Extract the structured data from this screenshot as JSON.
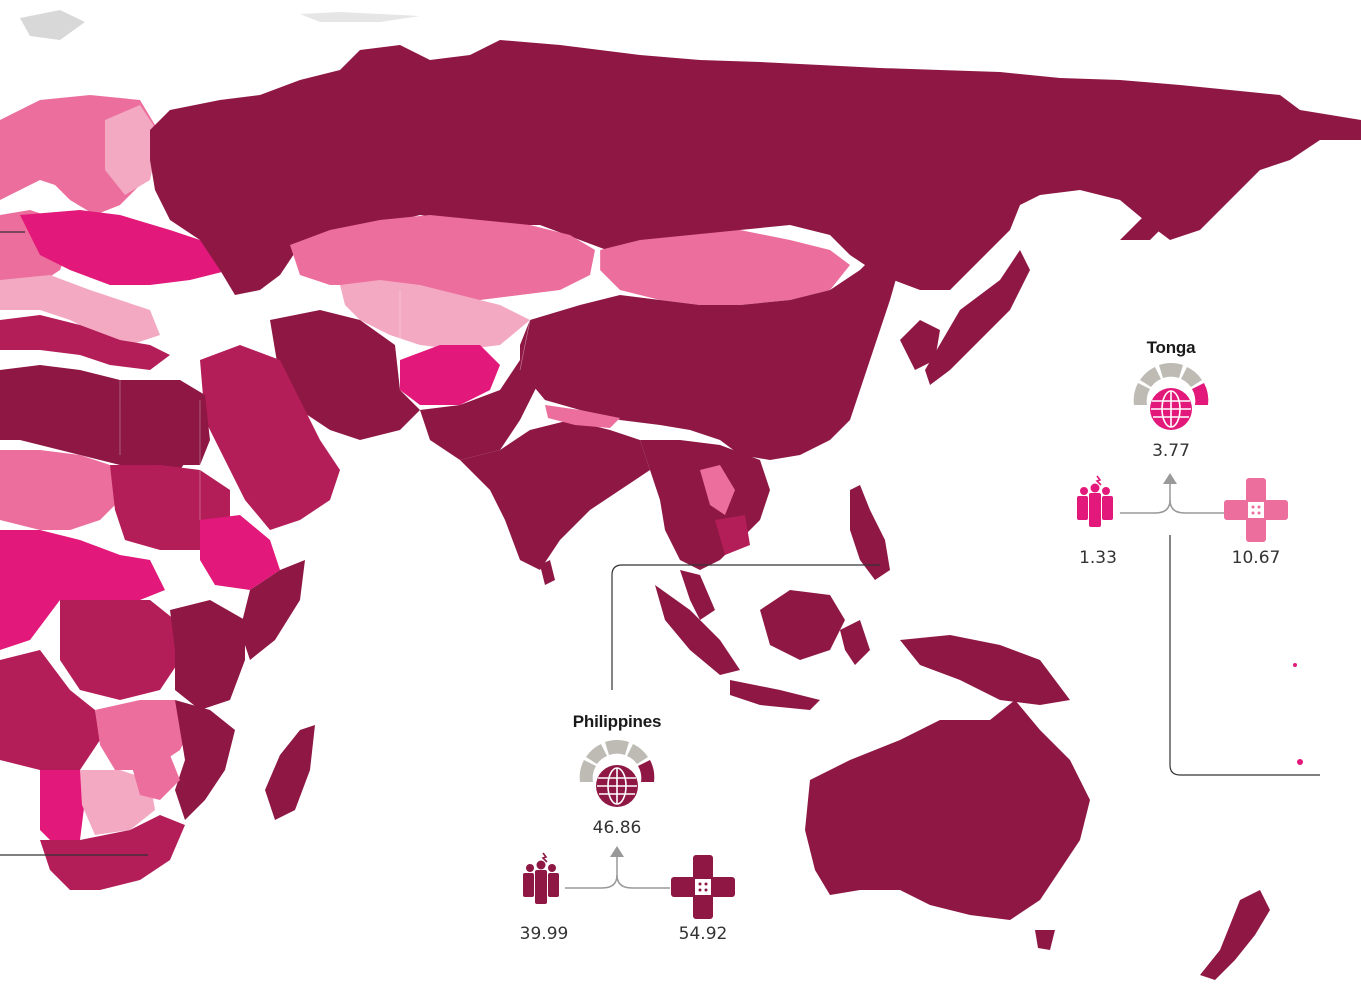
{
  "colors": {
    "very_high": "#8e1744",
    "high": "#b31d58",
    "medium": "#e2197a",
    "low": "#ec6e9d",
    "very_low": "#f3a9c2",
    "icon_grey": "#bdbbb4",
    "line": "#333333",
    "arrow": "#999999"
  },
  "icons": {
    "index_gauge": "globe-gauge-icon",
    "exposure": "people-icon",
    "vulnerability": "bandage-icon"
  },
  "callouts": {
    "tonga": {
      "country": "Tonga",
      "index_value": "3.77",
      "exposure_value": "1.33",
      "vulnerability_value": "10.67",
      "index_level": 4,
      "exposure_color": "#e2197a",
      "vulnerability_color": "#ec6e9d"
    },
    "philippines": {
      "country": "Philippines",
      "index_value": "46.86",
      "exposure_value": "39.99",
      "vulnerability_value": "54.92",
      "index_level": 5,
      "exposure_color": "#8e1744",
      "vulnerability_color": "#8e1744"
    }
  }
}
